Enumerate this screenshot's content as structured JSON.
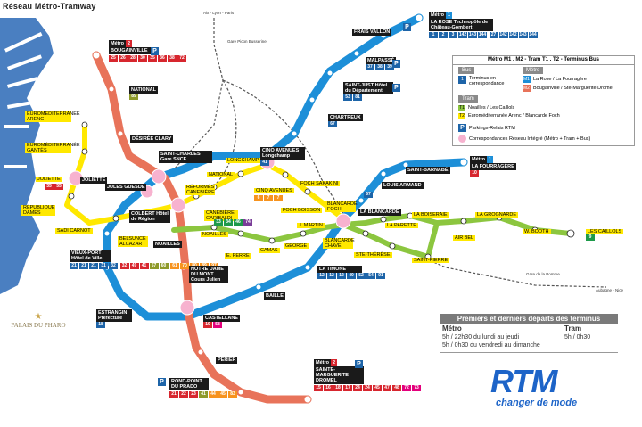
{
  "title": "Réseau Métro-Tramway",
  "colors": {
    "sea": "#4a7fc1",
    "m1": "#1d8fd8",
    "m2": "#e8735a",
    "t1": "#8cc63f",
    "t2": "#ffe800",
    "rail": "#555555",
    "bus_blue": "#1d64a8",
    "bus_red": "#d7262e",
    "bus_orange": "#f7931e",
    "bus_olive": "#8e9a2a",
    "bus_green": "#1d9a4a",
    "parking": "#1d64a8",
    "correspondance": "#f7b2cf"
  },
  "rail": {
    "aix": "Aix - Lyon - Paris",
    "aubagne": "Aubagne - Nice",
    "gare_bus": "Gare Picon Busserine",
    "gare_pomme": "Gare de la Pomme"
  },
  "stations": {
    "m1_terminus": "LA ROSE Technopôle de Château-Gombert",
    "frais_vallon": "FRAIS VALLON",
    "malpasse": "MALPASSÉ",
    "saint_just": "SAINT-JUST Hôtel du Département",
    "chartreux": "CHARTREUX",
    "cinq_avenues": "CINQ AVENUES Longchamp",
    "reformes": "RÉFORMÉS CANEBIÈRE",
    "saint_charles": "SAINT-CHARLES Gare SNCF",
    "colbert": "COLBERT Hôtel de Région",
    "vieux_port": "VIEUX-PORT Hôtel de Ville",
    "estrangin": "ESTRANGIN Préfecture",
    "castellane": "CASTELLANE",
    "baille": "BAILLE",
    "la_timone": "LA TIMONE",
    "la_blancarde": "LA BLANCARDE",
    "louis_armand": "LOUIS ARMAND",
    "saint_barnabe": "SAINT-BARNABÉ",
    "m1_end": "LA FOURRAGÈRE",
    "bougainville": "BOUGAINVILLE",
    "national": "NATIONAL",
    "desiree_clary": "DÉSIRÉE CLARY",
    "joliette": "JOLIETTE",
    "jules_guesde": "JULES GUESDE",
    "noailles": "NOAILLES",
    "notre_dame": "NOTRE DAME DU MONT Cours Julien",
    "perier": "PÉRIER",
    "rond_point": "ROND-POINT DU PRADO",
    "m2_end": "SAINTE-MARGUERITE DROMEL",
    "euromed_arenc": "EUROMÉDITERRANÉE ARENC",
    "euromed_gantes": "EUROMÉDITERRANÉE GANTÈS",
    "t_joliette": "JOLIETTE",
    "republique": "RÉPUBLIQUE DAMES",
    "sadi_carnot": "SADI CARNOT",
    "belsunce": "BELSUNCE ALCAZAR",
    "t_reformes": "RÉFORMÉS CANEBIÈRE",
    "longchamp": "LONGCHAMP",
    "t_national": "NATIONAL",
    "t_cinq_av": "CINQ AVENUES",
    "foch_sakakini": "FOCH SAKAKINI",
    "foch_boisson": "FOCH BOISSON",
    "blancarde_foch": "BLANCARDE FOCH",
    "t_noailles": "NOAILLES",
    "canebiere": "CANEBIÈRE GARIBALDI",
    "e_pierre": "E. PERRE",
    "camas": "CAMAS",
    "george": "GEORGE",
    "j_martin": "J. MARTIN",
    "blancarde_chave": "BLANCARDE CHAVE",
    "ste_therese": "STE-THÉRÈSE",
    "la_parette": "LA PARETTE",
    "la_boiseraie": "LA BOISERAIE",
    "saint_pierre": "SAINT-PIERRE",
    "la_grognarde": "LA GROGNARDE",
    "air_bel": "AIR BEL",
    "w_booth": "W. BOOTH",
    "les_caillols": "LES CAILLOLS"
  },
  "terminus_boxes": {
    "m1_top": {
      "line": "Métro",
      "num": "1",
      "buses": [
        "1",
        "2",
        "3",
        "142",
        "143",
        "144",
        "27",
        "142",
        "142",
        "143",
        "144"
      ]
    },
    "m2_top": {
      "line": "Métro",
      "num": "2",
      "buses": [
        "25",
        "26",
        "28",
        "30",
        "35",
        "36",
        "38",
        "72"
      ]
    },
    "m2_bottom": {
      "line": "Métro",
      "num": "2",
      "buses": [
        "15",
        "16",
        "18",
        "17",
        "24",
        "24",
        "45",
        "47",
        "48",
        "72",
        "73"
      ]
    },
    "m1_end": {
      "line": "Métro",
      "num": "1",
      "buses": [
        "10"
      ]
    },
    "vieux_port": [
      "21",
      "21",
      "21",
      "31",
      "32",
      "32",
      "49",
      "41",
      "57",
      "60",
      "61",
      "70",
      "80",
      "89",
      "97"
    ],
    "rond_point": [
      "21",
      "22",
      "23",
      "41",
      "44",
      "45",
      "83"
    ],
    "la_timone": [
      "12",
      "12",
      "12",
      "40",
      "52",
      "54",
      "91"
    ],
    "malpasse": [
      "37",
      "38",
      "39"
    ],
    "saint_just": [
      "53",
      "81"
    ],
    "chartreux": [
      "67"
    ],
    "national_m": [
      "89"
    ],
    "estrangin": [
      "18"
    ],
    "castellane": [
      "19",
      "58"
    ],
    "cinq_av": [
      "41"
    ],
    "reformes": [
      "33",
      "34",
      "46",
      "74"
    ],
    "foch": [
      "6",
      "7",
      "7"
    ],
    "louis_armand": [
      "67"
    ],
    "les_caillols": [
      "9"
    ],
    "joliette": [
      "35",
      "55"
    ]
  },
  "legend": {
    "header": "Métro M1 . M2 - Tram T1 . T2 - Terminus Bus",
    "bus": "Bus",
    "metro": "Métro",
    "tram": "Tram",
    "terminus": "Terminus en correspondance",
    "m1_desc": "La Rose / La Fourragère",
    "m2_desc": "Bougainville / Ste-Marguerite Dromel",
    "t1_desc": "Noailles / Les Caillols",
    "t2_desc": "Euroméditerranée Arenc / Blancarde Foch",
    "parking": "Parkings-Relais RTM",
    "corresp": "Correspondances Réseau Intégré (Métro + Tram + Bus)"
  },
  "hours": {
    "title": "Premiers et derniers départs des terminus",
    "metro_label": "Métro",
    "tram_label": "Tram",
    "metro_line1": "5h / 22h30 du lundi au jeudi",
    "metro_line2": "5h / 0h30 du vendredi au dimanche",
    "tram_line1": "5h / 0h30"
  },
  "brand": {
    "name": "RTM",
    "slogan": "changer de mode",
    "pharo": "PALAIS DU PHARO"
  }
}
